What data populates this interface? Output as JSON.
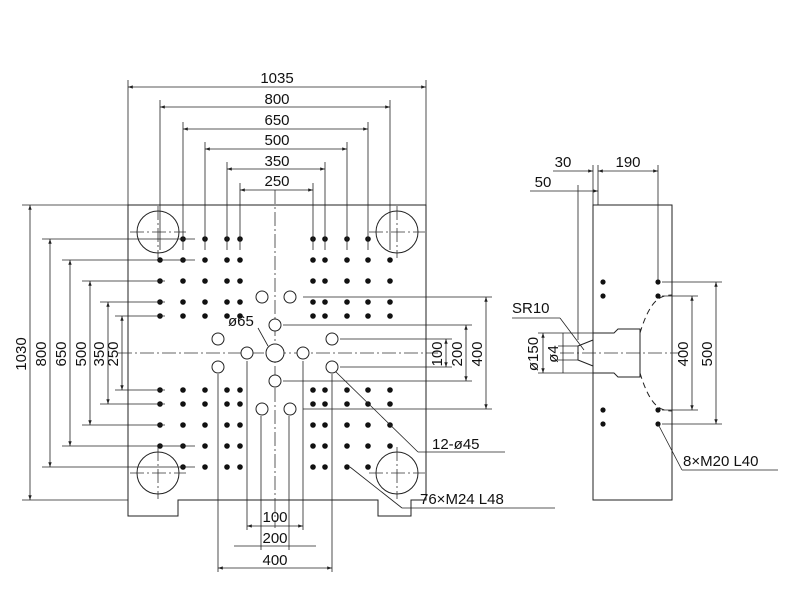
{
  "front": {
    "width_dims": [
      "1035",
      "800",
      "650",
      "500",
      "350",
      "250"
    ],
    "height_dims": [
      "1030",
      "800",
      "650",
      "500",
      "350",
      "250"
    ],
    "right_dims": [
      "100",
      "200",
      "400"
    ],
    "bottom_dims": [
      "100",
      "200",
      "400"
    ],
    "center_hole": "ø65",
    "ejector_holes": "12-ø45",
    "tapped_holes": "76×M24 L48"
  },
  "side": {
    "top_dims": [
      "30",
      "190",
      "50"
    ],
    "radius": "SR10",
    "nozzle_dims": [
      "ø150",
      "ø4"
    ],
    "right_dims": [
      "400",
      "500"
    ],
    "tapped_holes": "8×M20 L40"
  }
}
